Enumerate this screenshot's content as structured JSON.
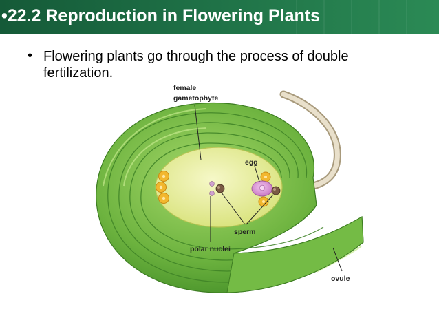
{
  "slide": {
    "title": "•22.2  Reproduction in Flowering Plants",
    "bullet_marker": "•",
    "bullet_text": "Flowering plants go through the process of double fertilization."
  },
  "diagram": {
    "labels": {
      "female_line1": "female",
      "female_line2": "gametophyte",
      "egg": "egg",
      "sperm": "sperm",
      "polar_nuclei": "polar nuclei",
      "ovule": "ovule"
    },
    "colors": {
      "title_bar": "#1e7046",
      "ovule_green": "#6db33f",
      "gametophyte_fill": "#e6ee9a",
      "egg_pink": "#d98fd6",
      "antipodal_orange": "#f0b630",
      "pollen_tube": "#d8cdb4"
    }
  }
}
